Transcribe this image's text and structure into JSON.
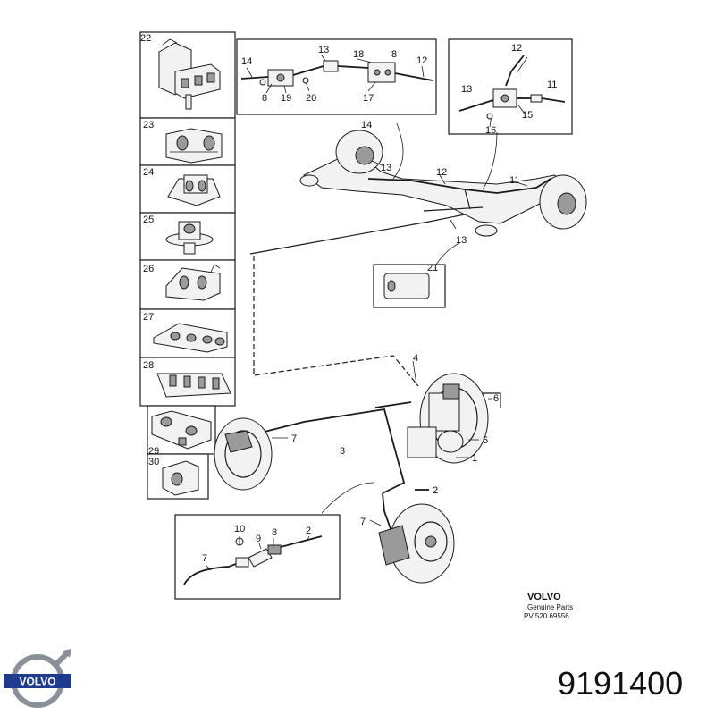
{
  "callouts": {
    "a22": "22",
    "a23": "23",
    "a24": "24",
    "a25": "25",
    "a26": "26",
    "a27": "27",
    "a28": "28",
    "a29": "29",
    "a30": "30",
    "b13": "13",
    "b14": "14",
    "b18": "18",
    "b8a": "8",
    "b12": "12",
    "b8b": "8",
    "b19": "19",
    "b20": "20",
    "b17": "17",
    "c12": "12",
    "c13": "13",
    "c11": "11",
    "c15": "15",
    "c16": "16",
    "d14": "14",
    "d13a": "13",
    "d12": "12",
    "d11": "11",
    "d13b": "13",
    "d21": "21",
    "e4": "4",
    "e6": "6",
    "e7a": "7",
    "e3": "3",
    "e5": "5",
    "e1": "1",
    "e2": "2",
    "e7b": "7",
    "f10": "10",
    "f8": "8",
    "f2": "2",
    "f9": "9",
    "f7": "7"
  },
  "branding": {
    "maker": "VOLVO",
    "genuine_label": "Genuine Parts",
    "pv_number": "PV  520 69556"
  },
  "footer": {
    "logo_word": "VOLVO",
    "part_number": "9191400"
  }
}
